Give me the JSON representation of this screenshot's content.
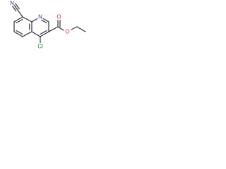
{
  "diagram": {
    "type": "skeletal-structural-formula",
    "atoms": {
      "ring_nitrogen": "N",
      "nitrile_nitrogen": "N",
      "carbonyl_oxygen": "O",
      "ester_oxygen": "O",
      "chlorine": "Cl"
    },
    "colors": {
      "bond": "#2b2b2b",
      "nitrogen": "#2c3e8c",
      "oxygen": "#c8281e",
      "chlorine": "#2e7d32"
    }
  }
}
